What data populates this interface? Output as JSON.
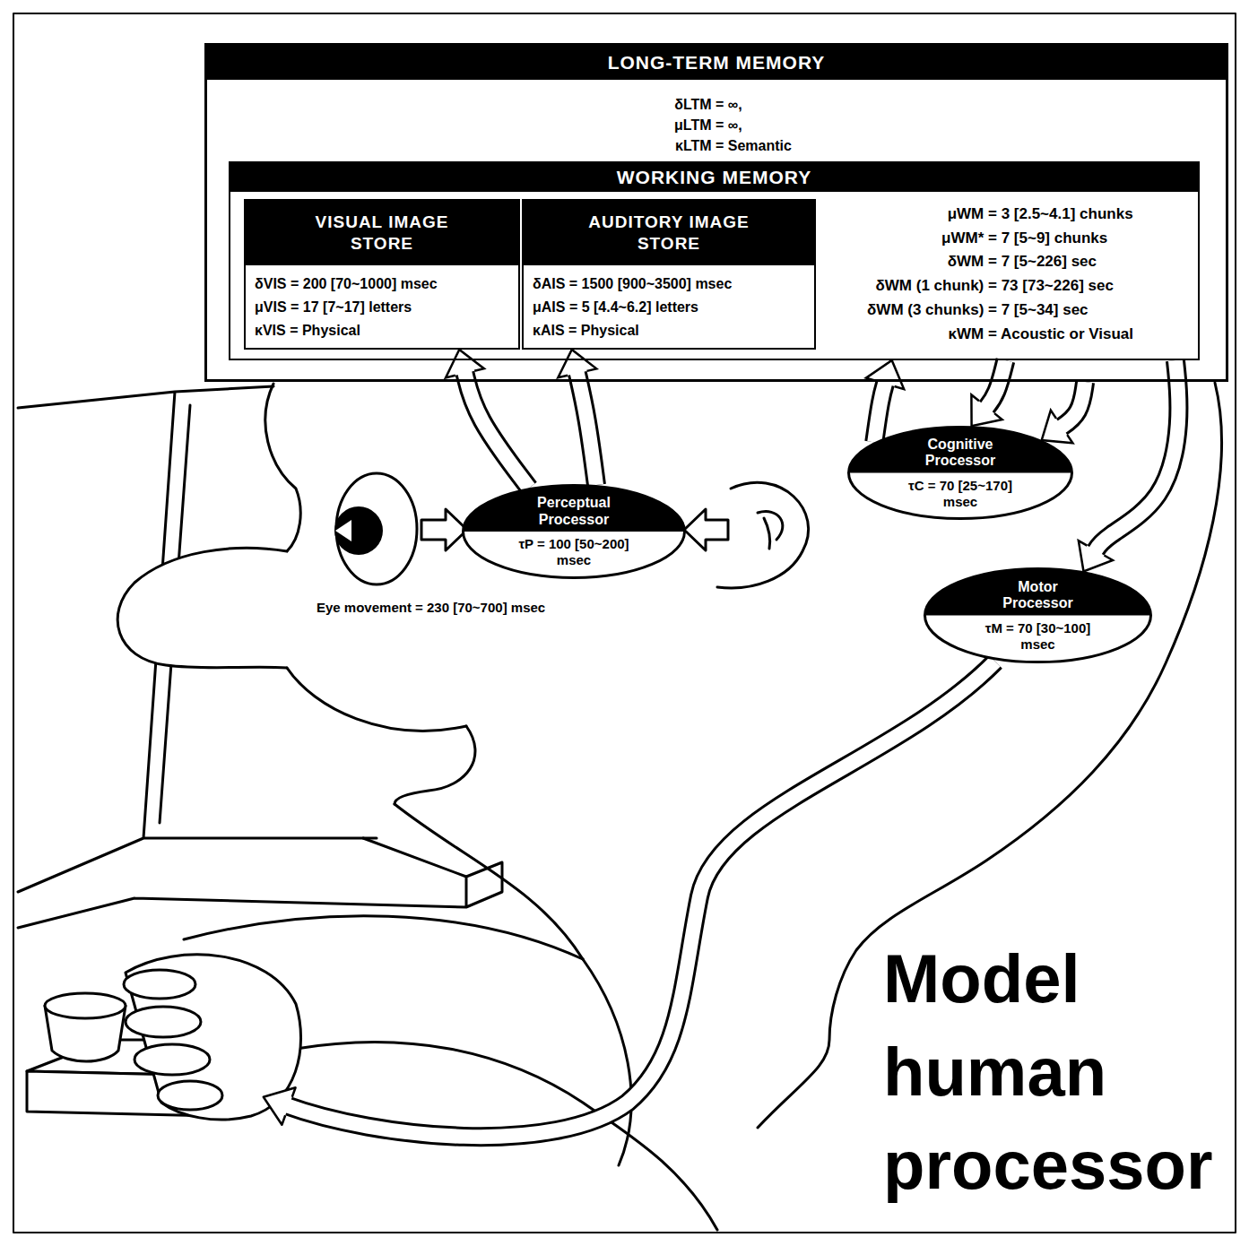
{
  "diagram": {
    "title": "Model human processor",
    "nodes": [
      {
        "text": [
          "LONG-TERM MEMORY",
          "δLTM = ∞,",
          "μLTM = ∞,",
          "κLTM = Semantic"
        ]
      },
      {
        "text": [
          "WORKING MEMORY",
          "μWM = 3 [2.5~4.1] chunks",
          "μWM* = 7 [5~9] chunks",
          "δWM = 7 [5~226] sec",
          "δWM (1 chunk) = 73 [73~226] sec",
          "δWM (3 chunks) = 7 [5~34] sec",
          "κWM = Acoustic or Visual"
        ],
        "in": 0
      },
      {
        "text": [
          "VISUAL IMAGE STORE",
          "δVIS = 200 [70~1000] msec",
          "μVIS = 17 [7~17] letters",
          "κVIS = Physical"
        ],
        "in": 1
      },
      {
        "text": [
          "AUDITORY IMAGE STORE",
          "δAIS = 1500 [900~3500] msec",
          "μAIS = 5 [4.4~6.2] letters",
          "κAIS = Physical"
        ],
        "in": 1
      },
      {
        "text": [
          "Perceptual Processor",
          "τP = 100 [50~200] msec"
        ]
      },
      {
        "text": [
          "Cognitive Processor",
          "τC = 70 [25~170] msec"
        ]
      },
      {
        "text": [
          "Motor Processor",
          "τM = 70 [30~100] msec"
        ]
      }
    ],
    "edges": [
      {
        "from": 4,
        "to": 2,
        "arrow": "to"
      },
      {
        "from": 4,
        "to": 3,
        "arrow": "to"
      },
      {
        "from": 5,
        "to": 1,
        "arrow": "to"
      },
      {
        "from": 1,
        "to": 5,
        "arrow": "to"
      },
      {
        "from": 0,
        "to": 5,
        "arrow": "to"
      },
      {
        "from": 1,
        "to": 6,
        "arrow": "to"
      }
    ],
    "labels": [
      "Eye movement = 230 [70~700] msec"
    ]
  }
}
